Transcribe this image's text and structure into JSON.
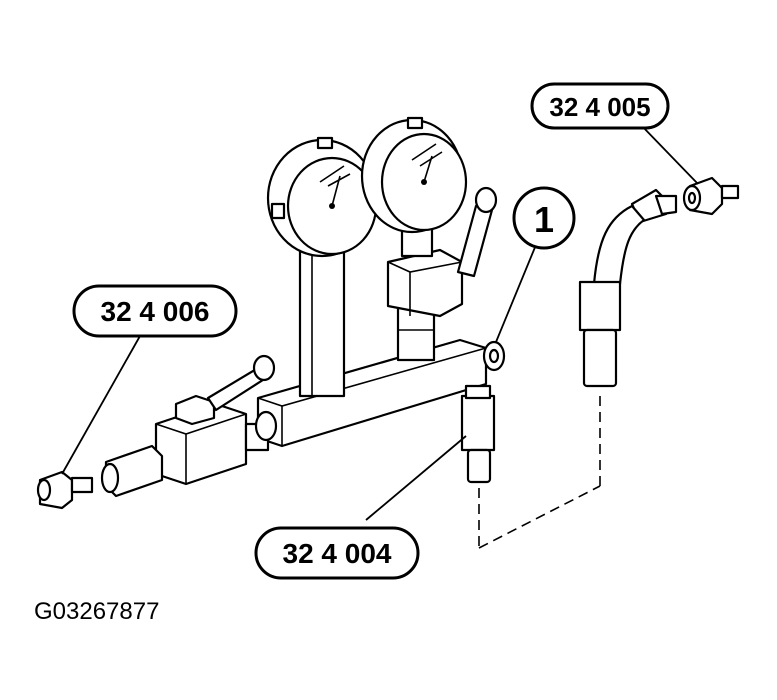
{
  "callouts": {
    "c005": "32 4 005",
    "c006": "32 4 006",
    "c004": "32 4 004",
    "c1": "1"
  },
  "figure_code": "G03267877"
}
